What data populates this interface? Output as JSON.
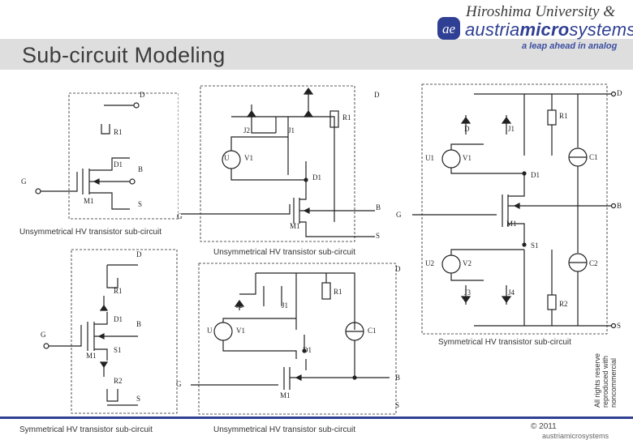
{
  "header": {
    "title": "Sub-circuit Modeling",
    "partner": "Hiroshima University &",
    "brand_plain": "austria",
    "brand_bold": "micro",
    "brand_end": "systems",
    "logo_text": "ae",
    "tagline": "a leap ahead in analog"
  },
  "footer": {
    "rights": "All rights reserve reproduced with noncommercial",
    "copyright": "© 2011",
    "company": "austriamicrosystems"
  },
  "colors": {
    "header_bg": "#dedede",
    "brand_blue": "#2f3f93",
    "footer_line": "#2f3f93"
  },
  "figures": {
    "fig1": {
      "caption": "Unsymmetrical HV transistor sub-circuit",
      "labels": {
        "d": "D",
        "r1": "R1",
        "d1": "D1",
        "g": "G",
        "b": "B",
        "m1": "M1",
        "s": "S"
      }
    },
    "fig2": {
      "caption": "Unsymmetrical HV transistor sub-circuit",
      "labels": {
        "d": "D",
        "j2": "J2",
        "j1": "J1",
        "r1": "R1",
        "u": "U",
        "v1": "V1",
        "d1": "D1",
        "g": "G",
        "b": "B",
        "m1": "M1",
        "s": "S"
      }
    },
    "fig3": {
      "caption": "Symmetrical HV transistor sub-circuit",
      "labels": {
        "d": "D",
        "r1": "R1",
        "d1": "D1",
        "g": "G",
        "b": "B",
        "m1": "M1",
        "s1": "S1",
        "r2": "R2",
        "s": "S"
      }
    },
    "fig4": {
      "caption": "Unsymmetrical HV transistor sub-circuit",
      "labels": {
        "d": "D",
        "j2": "J2",
        "j1": "J1",
        "r1": "R1",
        "u": "U",
        "v1": "V1",
        "c1": "C1",
        "d1": "D1",
        "g": "G",
        "b": "B",
        "m1": "M1",
        "s": "S"
      }
    },
    "fig5": {
      "caption": "Symmetrical HV transistor sub-circuit",
      "labels": {
        "d": "D",
        "dj": "D",
        "j1": "J1",
        "r1": "R1",
        "u1": "U1",
        "v1": "V1",
        "c1": "C1",
        "d1": "D1",
        "g": "G",
        "b": "B",
        "m1": "M1",
        "s1": "S1",
        "u2": "U2",
        "v2": "V2",
        "c2": "C2",
        "j3": "J3",
        "j4": "J4",
        "r2": "R2",
        "s": "S"
      }
    }
  }
}
